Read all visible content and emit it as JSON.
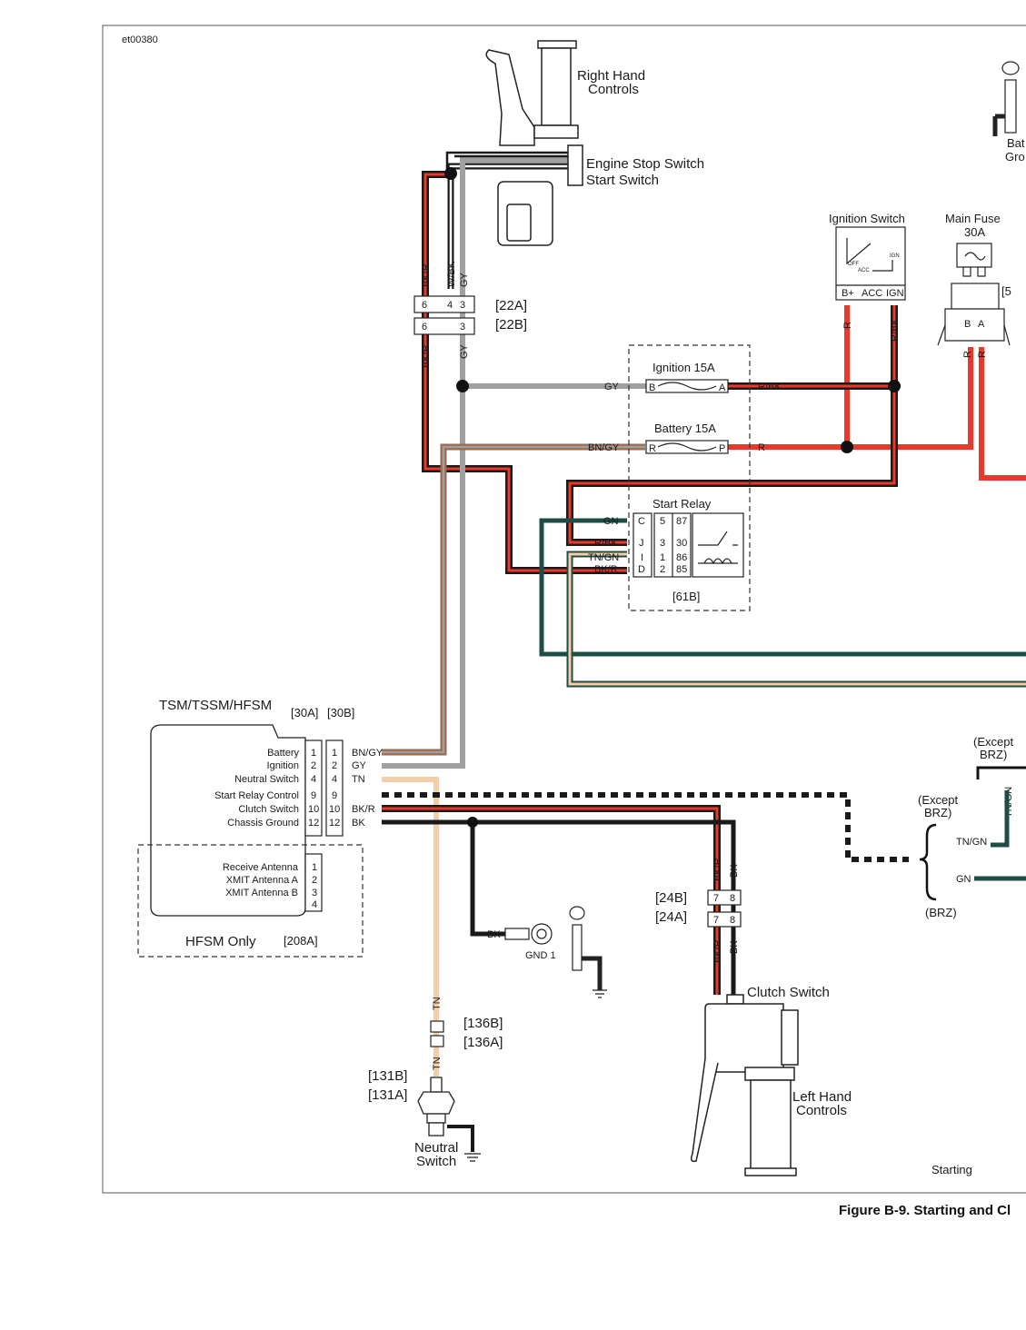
{
  "figure_id": "et00380",
  "caption": "Figure B-9. Starting and Cl",
  "section_label": "Starting",
  "components": {
    "right_hand_controls": [
      "Right Hand",
      "Controls"
    ],
    "engine_stop_switch": "Engine Stop Switch",
    "start_switch": "Start Switch",
    "ignition_switch": "Ignition Switch",
    "ignition_switch_terms": [
      "B+",
      "ACC",
      "IGN"
    ],
    "ignition_switch_positions": [
      "OFF",
      "ACC",
      "IGN"
    ],
    "main_fuse": [
      "Main Fuse",
      "30A"
    ],
    "main_fuse_terms": [
      "B",
      "A"
    ],
    "battery_ground": [
      "Bat",
      "Gro"
    ],
    "ignition_fuse": "Ignition 15A",
    "battery_fuse": "Battery 15A",
    "start_relay": "Start Relay",
    "tsm_module": "TSM/TSSM/HFSM",
    "hfsm_only": "HFSM Only",
    "gnd1": "GND 1",
    "clutch_switch": "Clutch Switch",
    "left_hand_controls": [
      "Left Hand",
      "Controls"
    ],
    "neutral_switch": [
      "Neutral",
      "Switch"
    ],
    "except_brz_1": [
      "(Except",
      "BRZ)"
    ],
    "except_brz_2": [
      "(Except",
      "BRZ)"
    ],
    "brz": "(BRZ)"
  },
  "connectors": {
    "c22a": "[22A]",
    "c22b": "[22B]",
    "c30a": "[30A]",
    "c30b": "[30B]",
    "c208a": "[208A]",
    "c61b": "[61B]",
    "c24a": "[24A]",
    "c24b": "[24B]",
    "c136a": "[136A]",
    "c136b": "[136B]",
    "c131a": "[131A]",
    "c131b": "[131B]",
    "c5_partial": "[5"
  },
  "pins": {
    "c22a": [
      "6",
      "4",
      "3"
    ],
    "c22b": [
      "6",
      "3"
    ],
    "c24b": [
      "7",
      "8"
    ],
    "c24a": [
      "7",
      "8"
    ]
  },
  "fuse_terms": {
    "ignition": [
      "B",
      "A"
    ],
    "battery": [
      "R",
      "P"
    ]
  },
  "relay": {
    "letters": [
      "C",
      "J",
      "I",
      "D"
    ],
    "pins_a": [
      "5",
      "3",
      "1",
      "2"
    ],
    "pins_b": [
      "87",
      "30",
      "86",
      "85"
    ]
  },
  "tsm_pins": [
    {
      "label": "Battery",
      "a": "1",
      "b": "1",
      "wire": "BN/GY"
    },
    {
      "label": "Ignition",
      "a": "2",
      "b": "2",
      "wire": "GY"
    },
    {
      "label": "Neutral Switch",
      "a": "4",
      "b": "4",
      "wire": "TN"
    },
    {
      "label": "Start Relay Control",
      "a": "9",
      "b": "9",
      "wire": ""
    },
    {
      "label": "Clutch Switch",
      "a": "10",
      "b": "10",
      "wire": "BK/R"
    },
    {
      "label": "Chassis Ground",
      "a": "12",
      "b": "12",
      "wire": "BK"
    }
  ],
  "antenna_pins": [
    {
      "label": "Receive Antenna",
      "pin": "1"
    },
    {
      "label": "XMIT Antenna  A",
      "pin": "2"
    },
    {
      "label": "XMIT Antenna  B",
      "pin": "3"
    },
    {
      "label": "",
      "pin": "4"
    }
  ],
  "wire_labels": {
    "bkr": "BK/R",
    "wbk": "W/BK",
    "gy": "GY",
    "r": "R",
    "rbk": "R/BK",
    "bngy": "BN/GY",
    "gn": "GN",
    "tngn": "TN/GN",
    "bk": "BK",
    "tn": "TN"
  },
  "colors": {
    "red": "#e8392b",
    "black": "#1a1a1a",
    "gray": "#a0a0a0",
    "brown": "#9b6a4e",
    "tan": "#f2cfa8",
    "green": "#1e4d45",
    "white": "#ffffff",
    "outline": "#222222"
  }
}
